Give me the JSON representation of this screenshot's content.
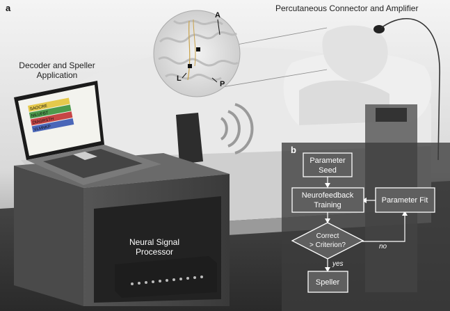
{
  "panel_a": {
    "letter": "a",
    "labels": {
      "percutaneous": "Percutaneous Connector and Amplifier",
      "decoder": "Decoder and Speller Application",
      "processor": "Neural Signal Processor"
    },
    "brain_letters": {
      "a": "A",
      "l": "L",
      "p": "P"
    },
    "speller_rows": [
      "SAOCRE",
      "NILUFBT",
      "DIAGRSTH",
      "VLMNKP"
    ]
  },
  "panel_b": {
    "letter": "b",
    "boxes": {
      "seed": "Parameter Seed",
      "seed_line1": "Parameter",
      "seed_line2": "Seed",
      "training_line1": "Neurofeedback",
      "training_line2": "Training",
      "fit": "Parameter Fit",
      "decision_line1": "Correct",
      "decision_line2": "> Criterion?",
      "speller": "Speller"
    },
    "edges": {
      "yes": "yes",
      "no": "no"
    }
  }
}
